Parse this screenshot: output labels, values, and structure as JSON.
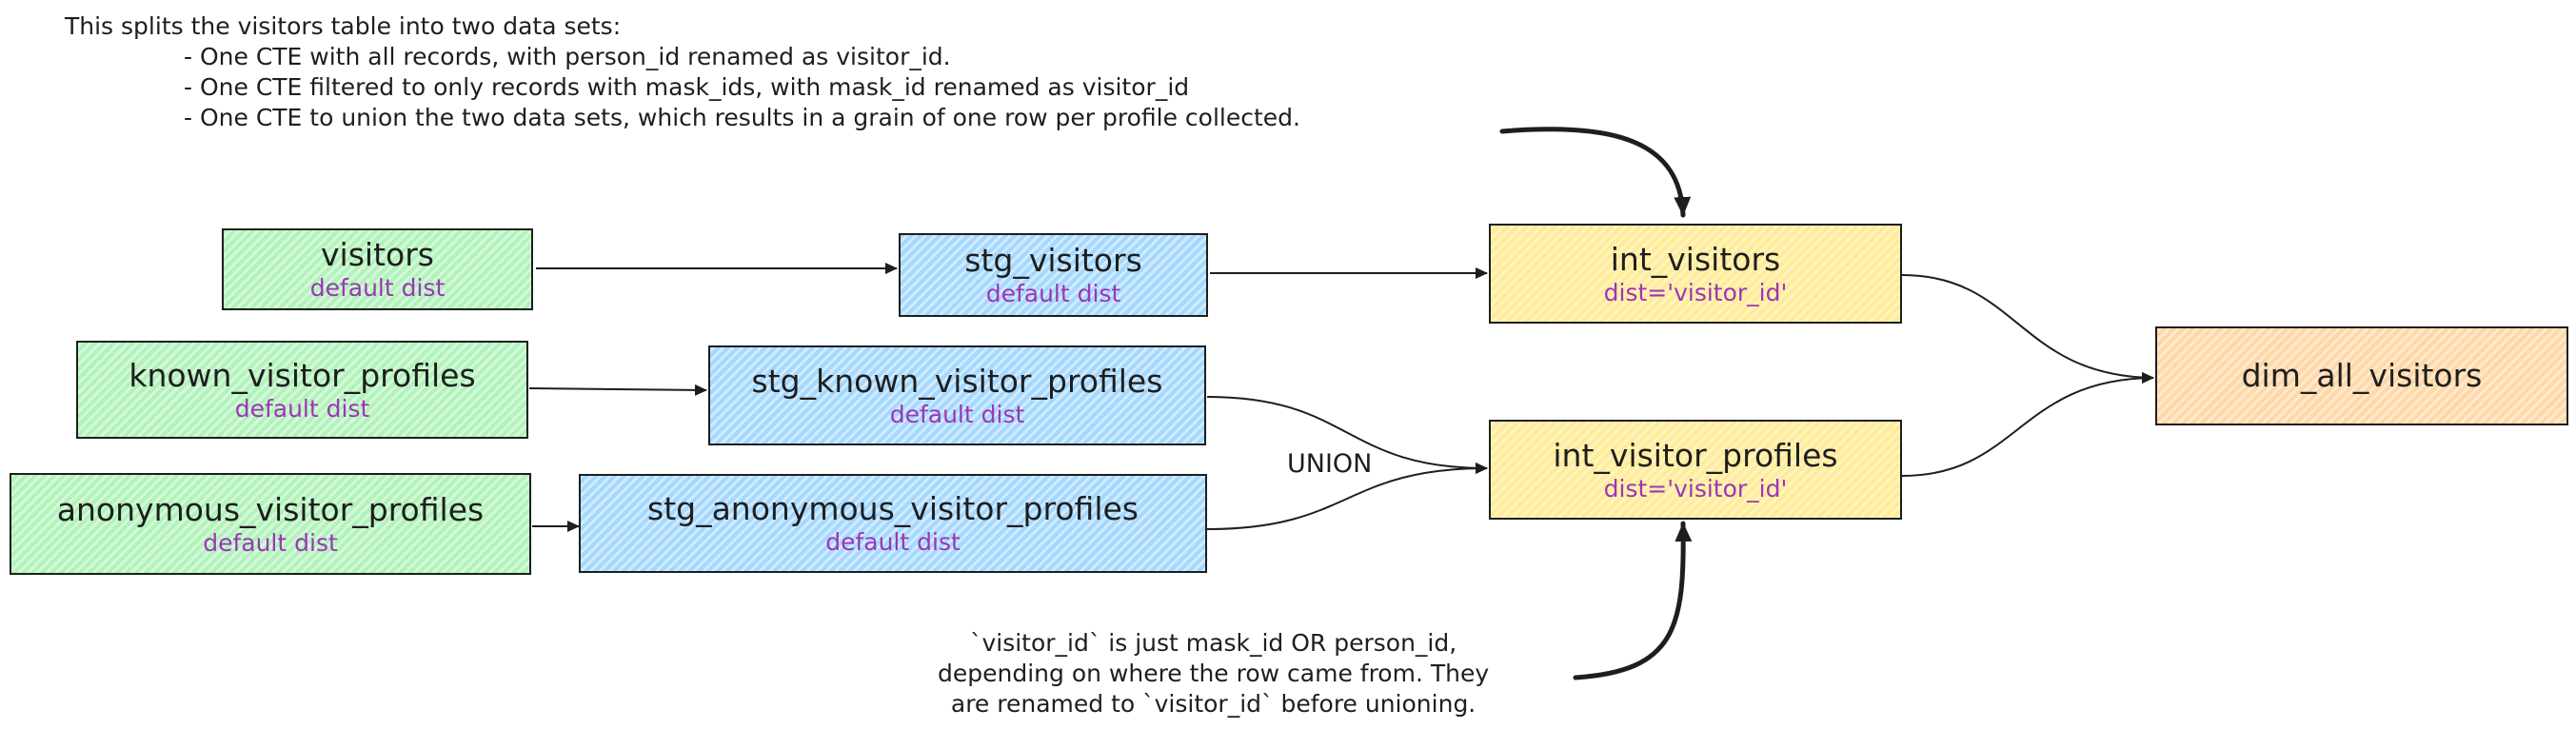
{
  "notes": {
    "top": {
      "intro": "This splits the visitors table into two data sets:",
      "bullets": [
        "- One CTE with all records, with person_id renamed as visitor_id.",
        "- One CTE filtered to only records with mask_ids, with mask_id renamed as visitor_id",
        "- One CTE to union the two data sets, which results in a grain of one row per profile collected."
      ]
    },
    "bottom": {
      "lines": [
        "`visitor_id` is just mask_id OR person_id,",
        "depending on where the row came from. They",
        "are renamed to `visitor_id` before unioning."
      ]
    }
  },
  "nodes": {
    "visitors": {
      "title": "visitors",
      "dist": "default dist"
    },
    "known_visitor_profiles": {
      "title": "known_visitor_profiles",
      "dist": "default dist"
    },
    "anonymous_visitor_profiles": {
      "title": "anonymous_visitor_profiles",
      "dist": "default dist"
    },
    "stg_visitors": {
      "title": "stg_visitors",
      "dist": "default dist"
    },
    "stg_known_visitor_profiles": {
      "title": "stg_known_visitor_profiles",
      "dist": "default dist"
    },
    "stg_anonymous_visitor_profiles": {
      "title": "stg_anonymous_visitor_profiles",
      "dist": "default dist"
    },
    "int_visitors": {
      "title": "int_visitors",
      "dist": "dist='visitor_id'"
    },
    "int_visitor_profiles": {
      "title": "int_visitor_profiles",
      "dist": "dist='visitor_id'"
    },
    "dim_all_visitors": {
      "title": "dim_all_visitors"
    }
  },
  "edges": {
    "union_label": "UNION"
  },
  "colors": {
    "source": "#b2f2bb",
    "staging": "#a5d8ff",
    "intermediate": "#ffec99",
    "dimension": "#ffd8a8",
    "dist_text": "#9c36b5",
    "stroke": "#1e1e1e"
  }
}
